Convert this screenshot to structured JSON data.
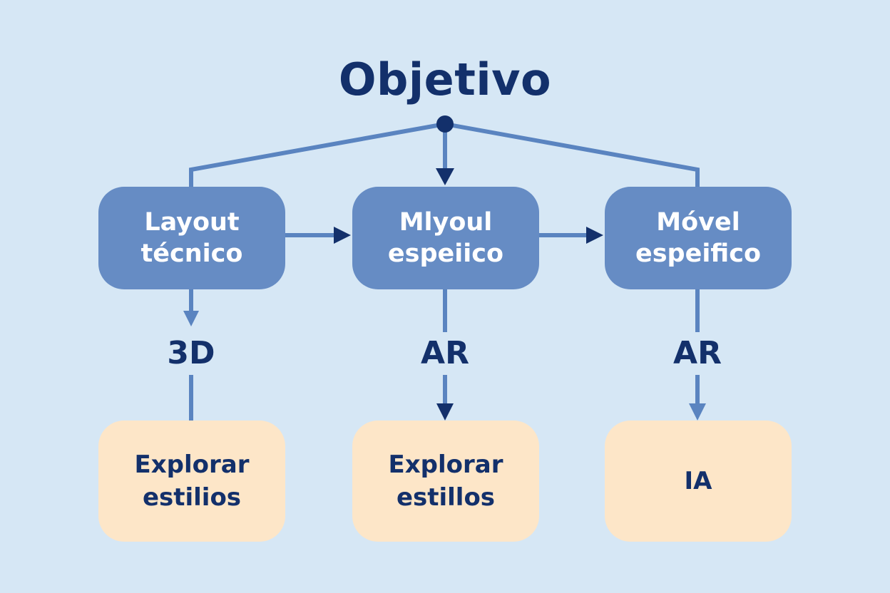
{
  "diagram": {
    "title": "Objetivo",
    "nodes": [
      {
        "line1": "Layout",
        "line2": "técnico"
      },
      {
        "line1": "Mlyoul",
        "line2": "espeiico"
      },
      {
        "line1": "Móvel",
        "line2": "espeifico"
      }
    ],
    "edge_labels": [
      "3D",
      "AR",
      "AR"
    ],
    "outcomes": [
      {
        "line1": "Explorar",
        "line2": "estilios"
      },
      {
        "line1": "Explorar",
        "line2": "estillos"
      },
      {
        "line1": "IA",
        "line2": ""
      }
    ]
  },
  "colors": {
    "background": "#d6e7f5",
    "primary_node": "#668cc4",
    "secondary_node": "#fde6c8",
    "line": "#5a84c0",
    "dark_text": "#13306b",
    "dot": "#13306b"
  }
}
